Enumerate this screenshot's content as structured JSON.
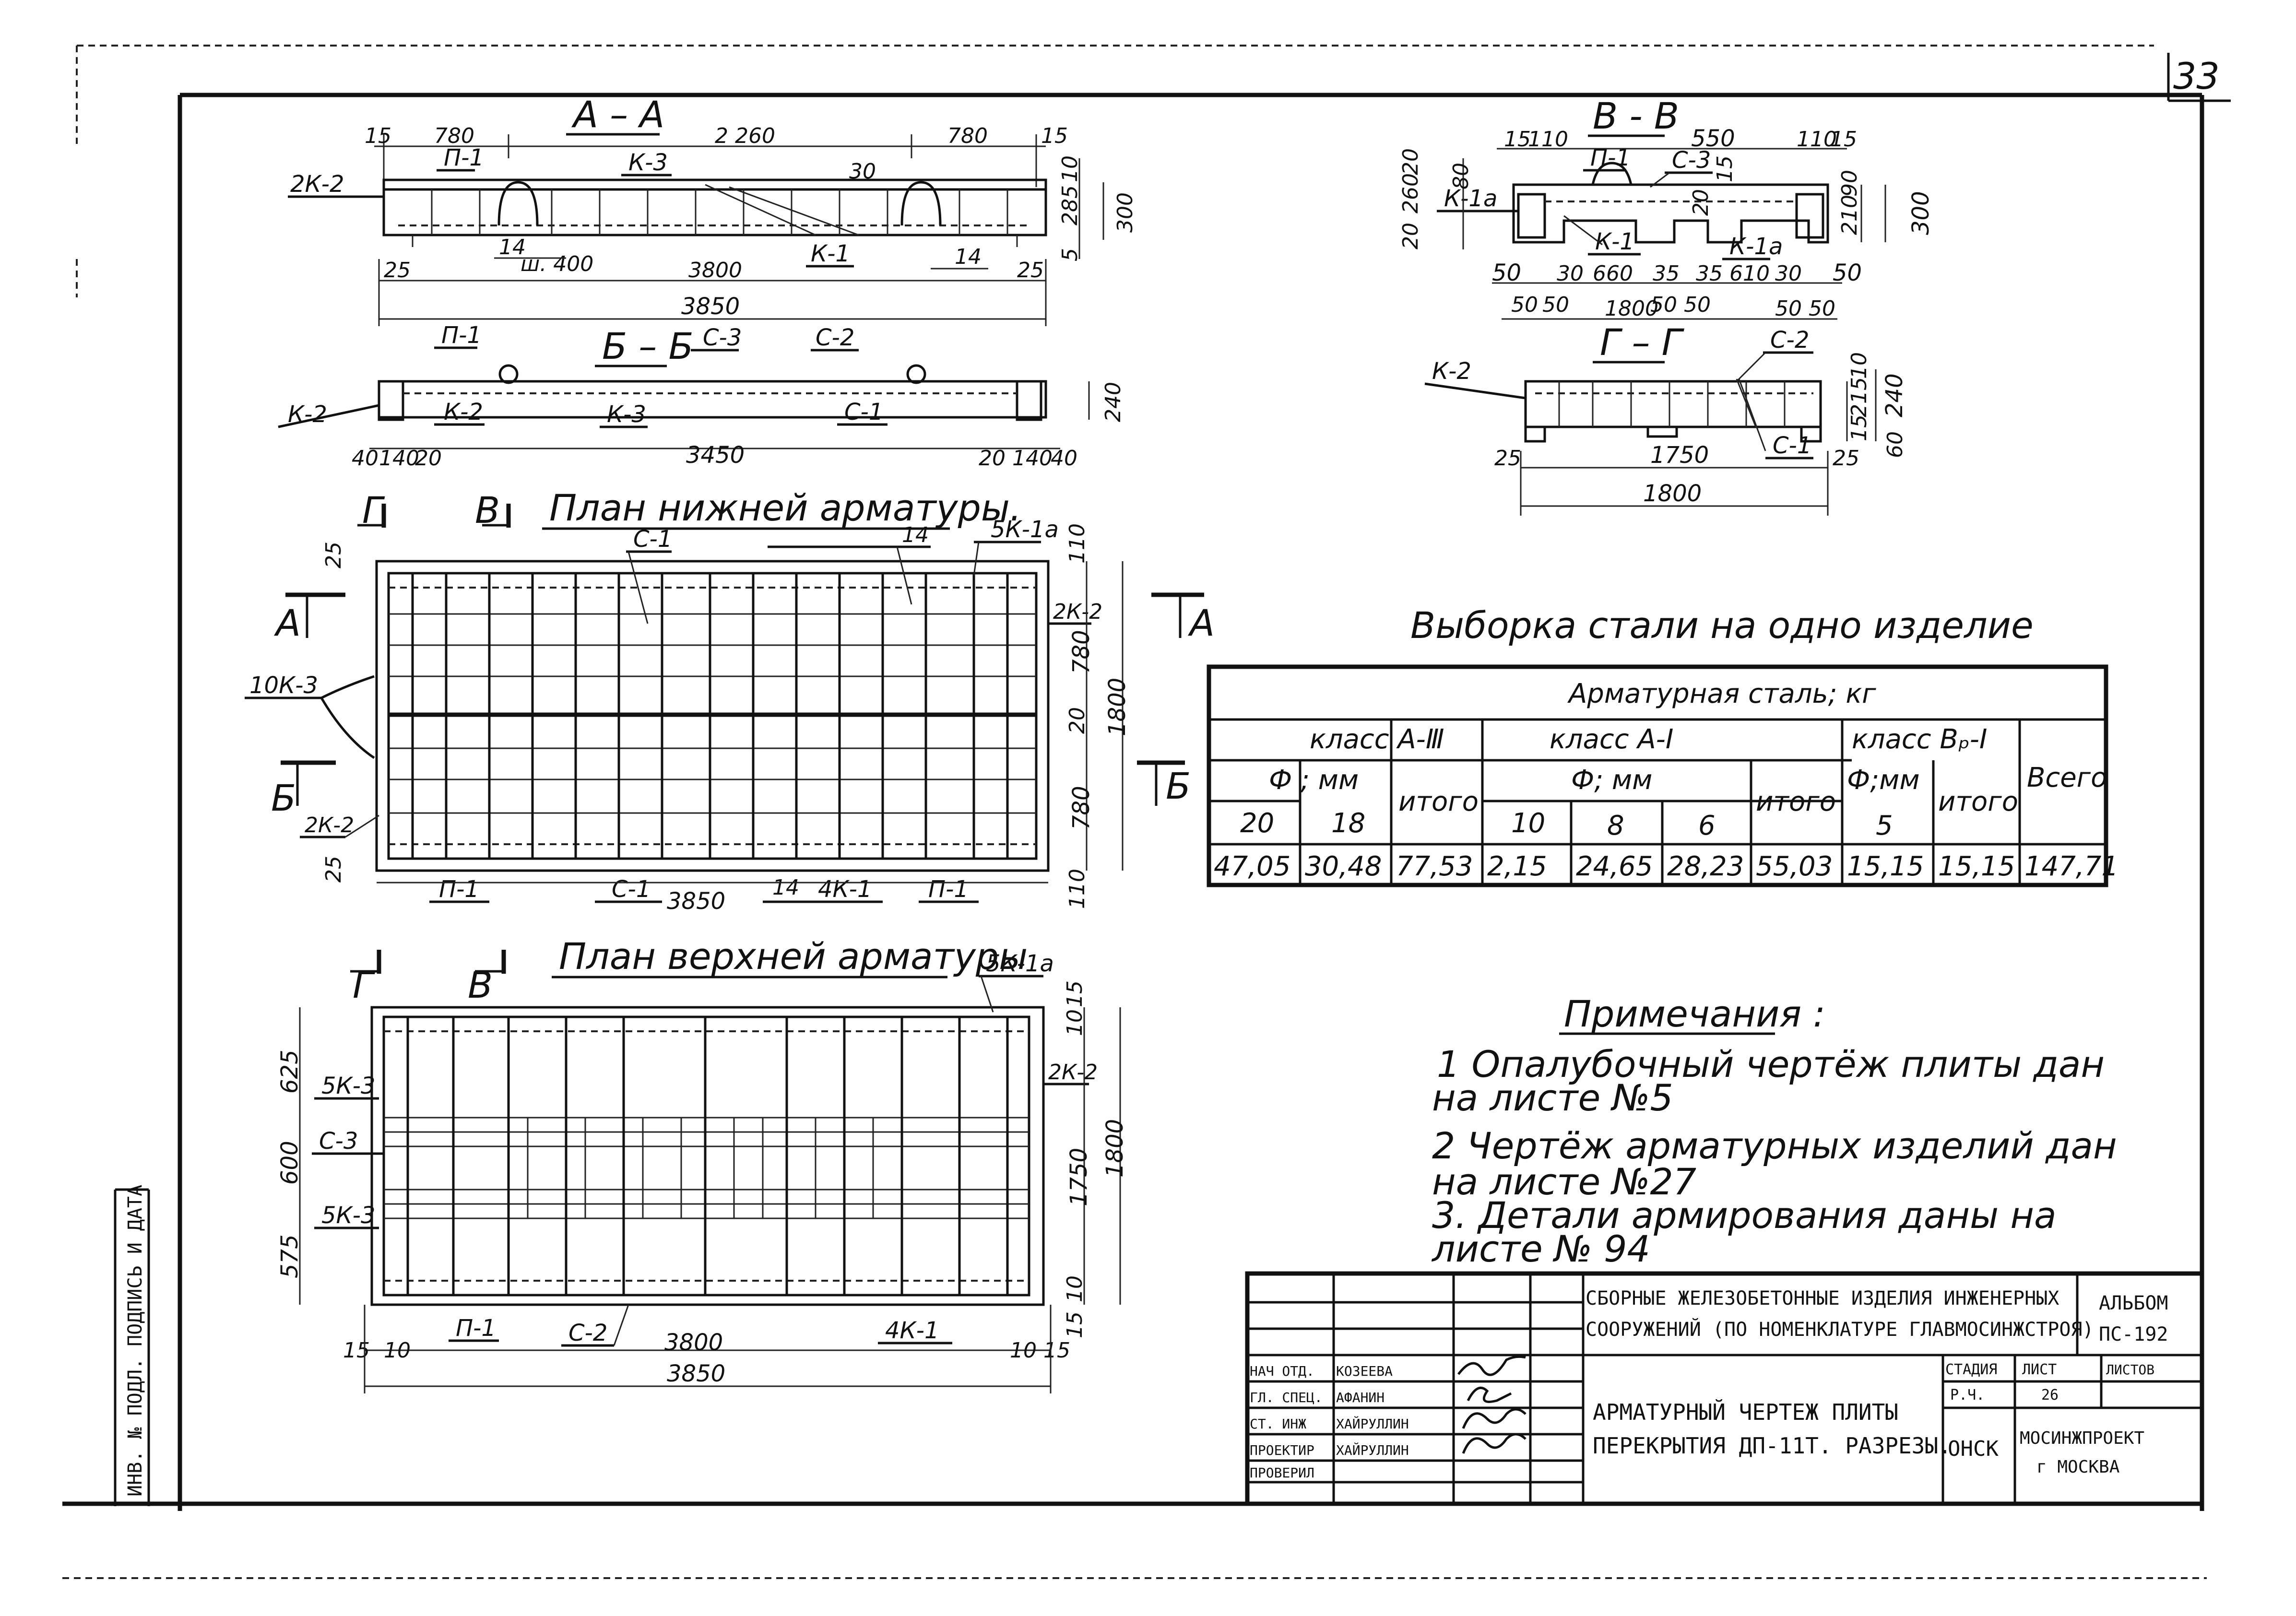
{
  "sheet": {
    "number": "33",
    "side_stamp": "ИНВ. № ПОДЛ. ПОДПИСЬ И ДАТА"
  },
  "section_aa": {
    "title": "А – А",
    "dims_top": [
      "15",
      "780",
      "2 260",
      "780",
      "15"
    ],
    "dims_bottom": [
      "25",
      "3800",
      "25"
    ],
    "overall": "3850",
    "right_dims": [
      "10",
      "285",
      "5",
      "300"
    ],
    "labels": [
      "2К-2",
      "П-1",
      "К-3",
      "К-1",
      "14",
      "ш. 400",
      "14",
      "30"
    ]
  },
  "section_bb": {
    "title": "Б – Б",
    "dims_bottom": [
      "40",
      "140",
      "20",
      "3450",
      "20",
      "140",
      "40"
    ],
    "right_dim": "240",
    "labels": [
      "П-1",
      "С-3",
      "С-2",
      "К-2",
      "К-2",
      "К-3",
      "С-1"
    ]
  },
  "section_vv": {
    "title": "В - В",
    "dims_top": [
      "15",
      "110",
      "550",
      "110",
      "15"
    ],
    "left_dims": [
      "20",
      "260",
      "20",
      "80"
    ],
    "right_dims": [
      "210",
      "90",
      "300"
    ],
    "dims_bottom": [
      "50",
      "30",
      "660",
      "35",
      "35",
      "610",
      "30",
      "50"
    ],
    "dims_bottom2": [
      "50",
      "50",
      "1800",
      "50",
      "50",
      "50",
      "50"
    ],
    "labels": [
      "П-1",
      "С-3",
      "К-1а",
      "К-1",
      "К-1а",
      "15",
      "20"
    ]
  },
  "section_gg": {
    "title": "Г – Г",
    "dims_bottom": [
      "25",
      "1750",
      "25"
    ],
    "overall": "1800",
    "right_dims": [
      "10",
      "215",
      "15",
      "240",
      "60"
    ],
    "labels": [
      "К-2",
      "С-2",
      "С-1"
    ]
  },
  "plan_bottom": {
    "title": "План нижней арматуры.",
    "cut_marks": [
      "Г",
      "В",
      "А",
      "А",
      "Б",
      "Б"
    ],
    "labels": [
      "С-1",
      "14",
      "5К-1а",
      "2К-2",
      "10К-3",
      "2К-2",
      "П-1",
      "С-1",
      "14",
      "4К-1",
      "П-1"
    ],
    "overall": "3850",
    "left_dims": [
      "25",
      "25"
    ],
    "right_dims": [
      "110",
      "780",
      "20",
      "780",
      "110",
      "1800"
    ]
  },
  "plan_top": {
    "title": "План верхней арматуры",
    "cut_marks": [
      "Г",
      "В"
    ],
    "labels": [
      "5К-1а",
      "2К-2",
      "5К-3",
      "С-3",
      "5К-3",
      "П-1",
      "С-2",
      "4К-1"
    ],
    "left_dims": [
      "625",
      "600",
      "575"
    ],
    "right_dims": [
      "15",
      "10",
      "1750",
      "1800",
      "10",
      "15"
    ],
    "bottom_dims": [
      "15",
      "10",
      "3800",
      "10",
      "15"
    ],
    "overall": "3850"
  },
  "steel_table": {
    "title": "Выборка стали на одно изделие",
    "header": "Арматурная сталь; кг",
    "class_a3": "класс А-Ⅲ",
    "class_a1": "класс А-I",
    "class_b1": "класс Вₚ-I",
    "phi_mm_a3": "Ф ; мм",
    "phi_mm_a1": "Ф; мм",
    "phi_mm_b1": "Ф;мм",
    "itogo": "итого",
    "vsego": "Всего",
    "diameters": [
      "20",
      "18",
      "10",
      "8",
      "6",
      "5"
    ],
    "values": [
      "47,05",
      "30,48",
      "77,53",
      "2,15",
      "24,65",
      "28,23",
      "55,03",
      "15,15",
      "15,15",
      "147,71"
    ]
  },
  "notes": {
    "title": "Примечания :",
    "items": [
      "1 Опалубочный чертёж плиты дан",
      "на листе №5",
      "2 Чертёж арматурных изделий дан",
      "на листе №27",
      "3. Детали армирования даны на",
      "листе № 94"
    ]
  },
  "title_block": {
    "project": "СБОРНЫЕ ЖЕЛЕЗОБЕТОННЫЕ ИЗДЕЛИЯ ИНЖЕНЕРНЫХ",
    "project2": "СООРУЖЕНИЙ (ПО НОМЕНКЛАТУРЕ ГЛАВМОСИНЖСТРОЯ)",
    "album": "АЛЬБОМ",
    "album_no": "ПС-192",
    "drawing_title": "АРМАТУРНЫЙ ЧЕРТЕЖ ПЛИТЫ",
    "drawing_title2": "ПЕРЕКРЫТИЯ ДП-11Т. РАЗРЕЗЫ.",
    "stage_label": "СТАДИЯ",
    "sheet_label": "ЛИСТ",
    "sheets_label": "ЛИСТОВ",
    "stage": "Р.Ч.",
    "sheet": "26",
    "dept": "ОНСК",
    "org": "МОСИНЖПРОЕКТ",
    "city": "г МОСКВА",
    "roles": [
      "НАЧ ОТД.",
      "ГЛ. СПЕЦ.",
      "СТ. ИНЖ",
      "ПРОЕКТИР",
      "ПРОВЕРИЛ"
    ],
    "names": [
      "КОЗЕЕВА",
      "АФАНИН",
      "ХАЙРУЛЛИН",
      "ХАЙРУЛЛИН",
      ""
    ]
  }
}
